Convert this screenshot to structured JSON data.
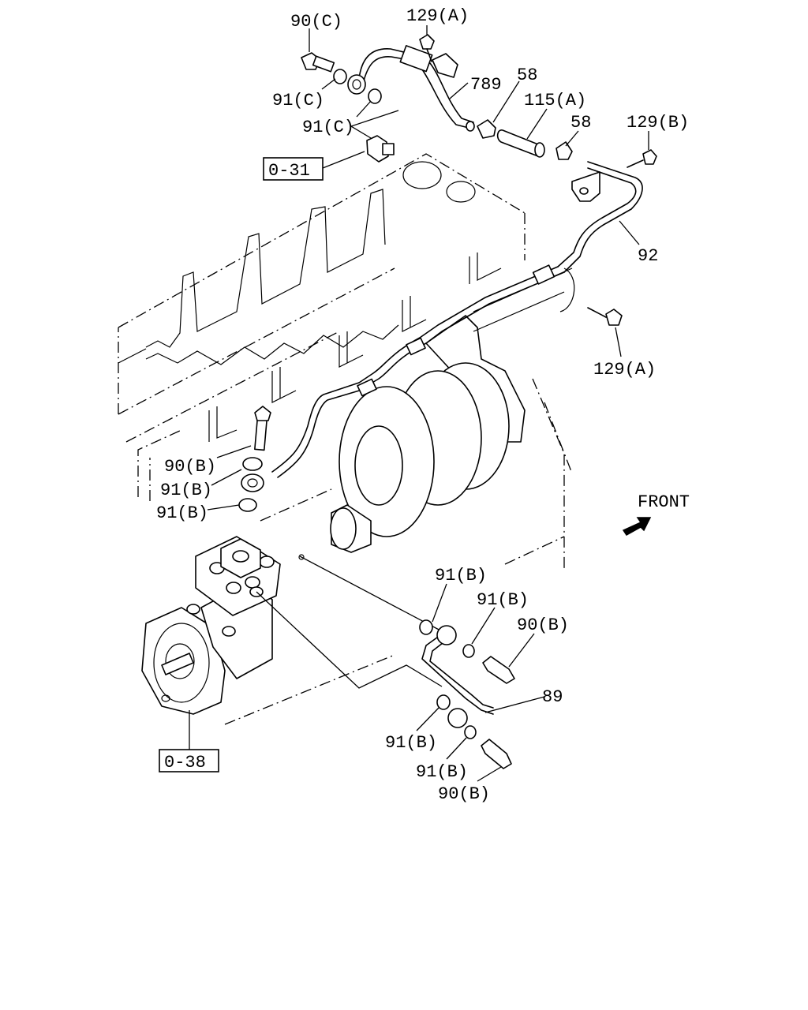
{
  "labels": {
    "l_90c": "90(C)",
    "l_129a_top": "129(A)",
    "l_789": "789",
    "l_58_a": "58",
    "l_115a": "115(A)",
    "l_58_b": "58",
    "l_129b": "129(B)",
    "l_91c_a": "91(C)",
    "l_91c_b": "91(C)",
    "l_92": "92",
    "l_129a_mid": "129(A)",
    "l_90b_left": "90(B)",
    "l_91b_left1": "91(B)",
    "l_91b_left2": "91(B)",
    "l_front": "FRONT",
    "l_91b_r1": "91(B)",
    "l_91b_r2": "91(B)",
    "l_90b_r1": "90(B)",
    "l_89": "89",
    "l_91b_r3": "91(B)",
    "l_91b_r4": "91(B)",
    "l_90b_r2": "90(B)"
  },
  "refs": {
    "ref_031": "0-31",
    "ref_038": "0-38"
  }
}
